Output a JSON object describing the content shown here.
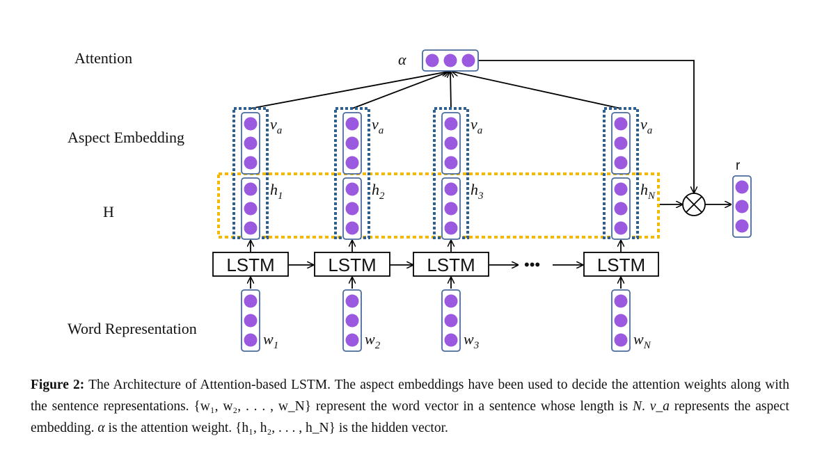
{
  "row_labels": {
    "attention": "Attention",
    "aspect_embedding": "Aspect Embedding",
    "hidden": "H",
    "word_representation": "Word Representation"
  },
  "diagram": {
    "lstm_label": "LSTM",
    "attention_symbol": "α",
    "output_label": "r",
    "ellipsis": "•••",
    "columns": [
      {
        "aspect": "v",
        "aspect_sub": "a",
        "hidden": "h",
        "hidden_sub": "1",
        "word": "w",
        "word_sub": "1"
      },
      {
        "aspect": "v",
        "aspect_sub": "a",
        "hidden": "h",
        "hidden_sub": "2",
        "word": "w",
        "word_sub": "2"
      },
      {
        "aspect": "v",
        "aspect_sub": "a",
        "hidden": "h",
        "hidden_sub": "3",
        "word": "w",
        "word_sub": "3"
      },
      {
        "aspect": "v",
        "aspect_sub": "a",
        "hidden": "h",
        "hidden_sub": "N",
        "word": "w",
        "word_sub": "N"
      }
    ],
    "colors": {
      "node_fill": "#9b59e0",
      "node_box": "#4a6a9b",
      "aspect_dash": "#2e5f8f",
      "hidden_dash": "#f5b800",
      "line": "#000000"
    }
  },
  "caption": {
    "label": "Figure 2:",
    "seg1": " The Architecture of Attention-based LSTM. The aspect embeddings have been used to decide the attention weights along with the sentence representations. ",
    "math1": "{w₁, w₂, . . . , w_N}",
    "seg2": " represent the word vector in a sentence whose length is ",
    "math2": "N",
    "seg3": ". ",
    "math3": "v_a",
    "seg4": " represents the aspect embedding. ",
    "math4": "α",
    "seg5": " is the attention weight. ",
    "math5": "{h₁, h₂, . . . , h_N}",
    "seg6": " is the hidden vector."
  }
}
